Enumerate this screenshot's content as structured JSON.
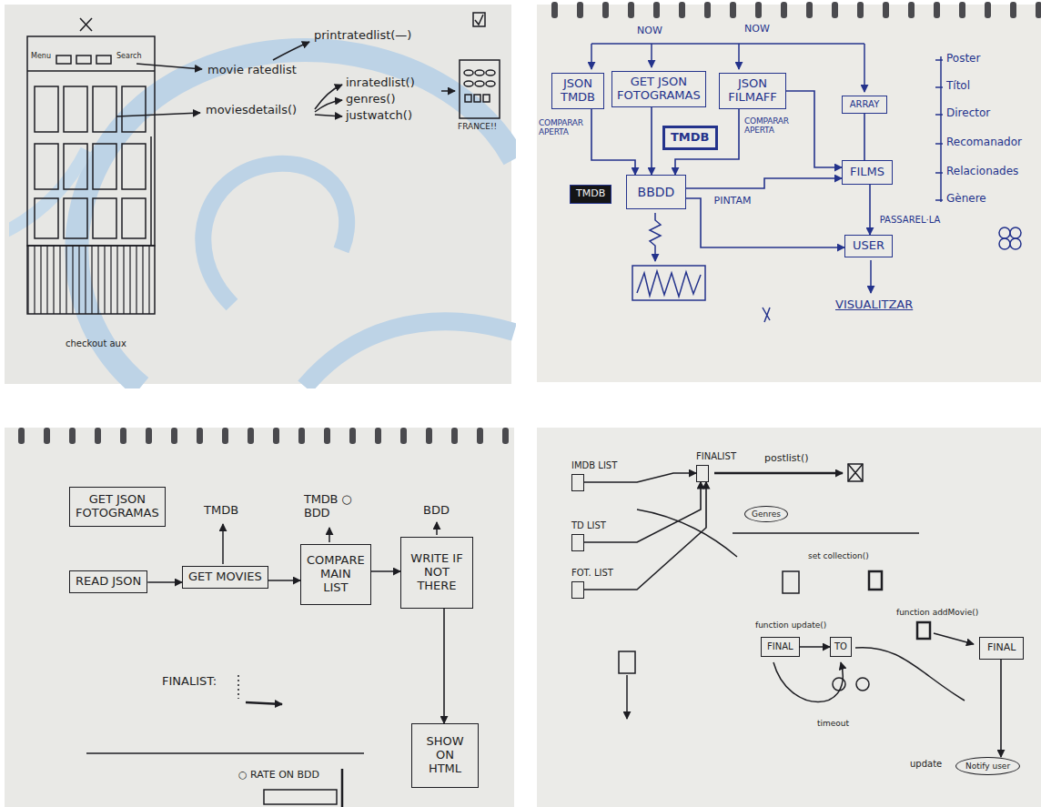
{
  "diagram": {
    "nodes": [
      {
        "text": [
          "JSON TMDB"
        ]
      },
      {
        "text": [
          "GET JSON FOTOGRAMAS"
        ]
      },
      {
        "text": [
          "JSON FILMAFF"
        ]
      },
      {
        "text": [
          "ARRAY"
        ]
      },
      {
        "text": [
          "TMDB"
        ]
      },
      {
        "text": [
          "TMDB"
        ]
      },
      {
        "text": [
          "BBDD"
        ]
      },
      {
        "text": [
          "FILMS"
        ]
      },
      {
        "text": [
          "USER"
        ]
      },
      {
        "text": [
          "GET JSON FOTOGRAMAS"
        ]
      },
      {
        "text": [
          "READ JSON"
        ]
      },
      {
        "text": [
          "GET MOVIES"
        ]
      },
      {
        "text": [
          "COMPARE MAIN LIST"
        ]
      },
      {
        "text": [
          "WRITE IF NOT THERE"
        ]
      },
      {
        "text": [
          "SHOW ON HTML"
        ]
      },
      {
        "text": [
          "IMDB LIST"
        ]
      },
      {
        "text": [
          "TD LIST"
        ]
      },
      {
        "text": [
          "FOT. LIST"
        ]
      },
      {
        "text": [
          "FINALIST"
        ]
      },
      {
        "text": [
          "Genres"
        ]
      },
      {
        "text": [
          "FINAL"
        ]
      },
      {
        "text": [
          "TO"
        ]
      },
      {
        "text": [
          "FINAL"
        ]
      },
      {
        "text": [
          "Notify user"
        ]
      }
    ],
    "edges": [
      {
        "from": 0,
        "to": 6,
        "arrow": "to"
      },
      {
        "from": 1,
        "to": 6,
        "arrow": "to"
      },
      {
        "from": 2,
        "to": 6,
        "arrow": "to"
      },
      {
        "from": 2,
        "to": 7,
        "arrow": "to"
      },
      {
        "from": 3,
        "to": 7,
        "arrow": "none"
      },
      {
        "from": 6,
        "to": 7,
        "label": "PINTAM",
        "arrow": "to"
      },
      {
        "from": 6,
        "to": 8,
        "arrow": "to"
      },
      {
        "from": 7,
        "to": 8,
        "label": "PASSAREL·LA",
        "arrow": "to"
      },
      {
        "from": 10,
        "to": 11,
        "arrow": "to"
      },
      {
        "from": 11,
        "to": 12,
        "arrow": "to"
      },
      {
        "from": 12,
        "to": 13,
        "arrow": "to"
      },
      {
        "from": 13,
        "to": 14,
        "arrow": "to"
      },
      {
        "from": 15,
        "to": 18,
        "arrow": "to"
      },
      {
        "from": 16,
        "to": 18,
        "arrow": "to"
      },
      {
        "from": 17,
        "to": 18,
        "arrow": "to"
      },
      {
        "from": 20,
        "to": 21,
        "arrow": "to"
      },
      {
        "from": 22,
        "to": 23,
        "arrow": "to"
      }
    ],
    "labels": [
      "Menu",
      "Search",
      "movie ratedlist",
      "printratedlist(—)",
      "moviesdetails()",
      "inratedlist()",
      "genres()",
      "justwatch()",
      "FRANCE!!",
      "checkout aux",
      "NOW",
      "NOW",
      "COMPARAR APERTA",
      "COMPARAR APERTA",
      "Poster",
      "Títol",
      "Director",
      "Recomanador",
      "Relacionades",
      "Gènere",
      "VISUALITZAR",
      "TMDB",
      "TMDB ○ BDD",
      "BDD",
      "FINALIST:",
      "○ RATE ON BDD",
      "postlist()",
      "set collection()",
      "function update()",
      "function addMovie()",
      "timeout",
      "update"
    ]
  }
}
